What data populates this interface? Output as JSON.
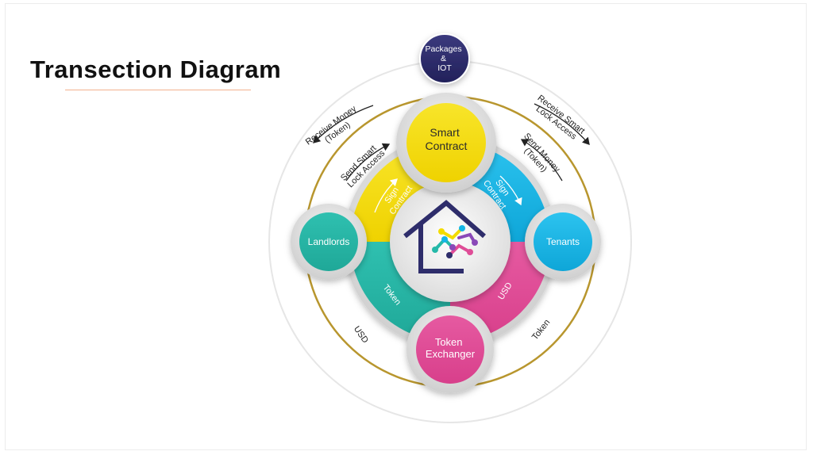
{
  "title": "Transection Diagram",
  "diagram": {
    "center_logo": "house-molecule-logo",
    "nodes": {
      "packages_iot": [
        "Packages",
        "&",
        "IOT"
      ],
      "smart_contract": [
        "Smart",
        "Contract"
      ],
      "landlords": [
        "Landlords"
      ],
      "tenants": [
        "Tenants"
      ],
      "token_exchanger": [
        "Token",
        "Exchanger"
      ]
    },
    "segment_labels": {
      "top_left": [
        "Sign",
        "Contract"
      ],
      "top_right": [
        "Sign",
        "Contract"
      ],
      "bottom_left": "Token",
      "bottom_right": "USD"
    },
    "flows": {
      "upper_left_outer": [
        "Receive Money",
        "(Token)"
      ],
      "upper_left_inner": [
        "Send Smart",
        "Lock Access"
      ],
      "upper_right_outer": [
        "Receive Smart",
        "Lock Access"
      ],
      "upper_right_inner": [
        "Send Money",
        "(Token)"
      ],
      "lower_left": "USD",
      "lower_right": "Token"
    },
    "colors": {
      "yellow": "#f3dc00",
      "cyan": "#14b5e6",
      "teal": "#25b9a9",
      "magenta": "#df4d97",
      "navy": "#2e2d6b",
      "gold_ring": "#b8962e"
    }
  }
}
